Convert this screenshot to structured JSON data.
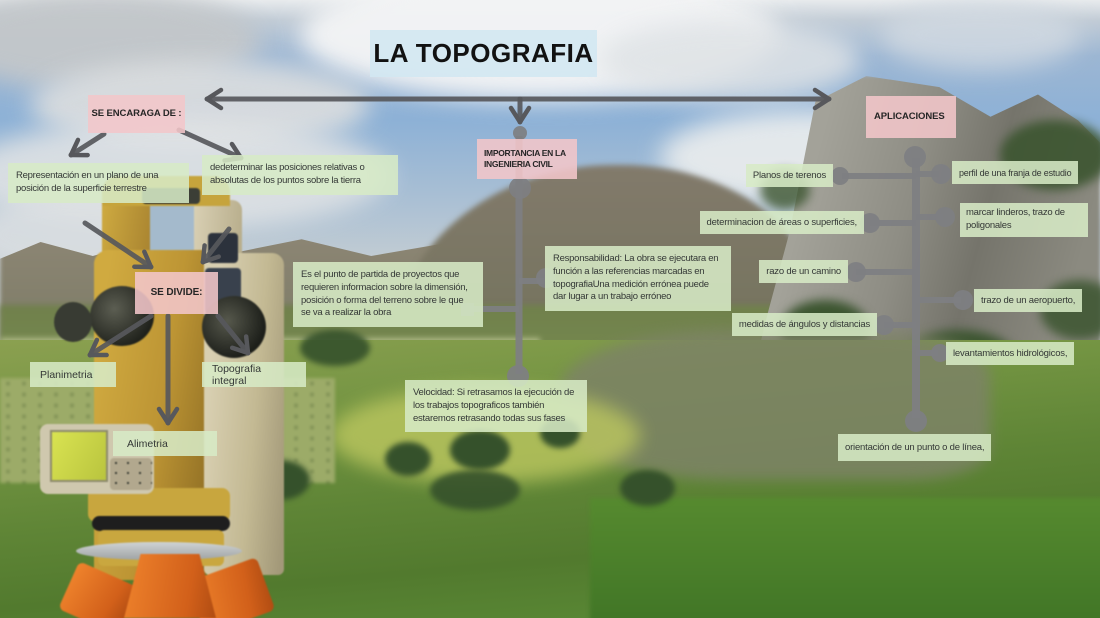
{
  "title": "LA TOPOGRAFIA",
  "colors": {
    "topic_pink": "#f3c6c9",
    "leaf_green": "#d7eac5",
    "title_blue": "#d2e7f1",
    "connector_gray": "#7e7f82",
    "arrow_dark": "#57585c"
  },
  "nodes": {
    "se_encarga": "SE ENCARAGA DE :",
    "representacion": "Representación en un plano de una posición de la superficie terrestre",
    "determinar": "dedeterminar las posiciones relativas o absolutas de los puntos sobre la tierra",
    "se_divide": "SE DIVIDE:",
    "planimetria": "Planimetria",
    "topografia_integral": "Topografia integral",
    "alimetria": "Alimetria",
    "punto_partida": "Es el punto de partida de proyectos que requieren informacion sobre la dimensión, posición o forma del terreno sobre le que se va a realizar la obra",
    "importancia": "IMPORTANCIA EN LA INGENIERIA CIVIL",
    "responsabilidad": "Responsabilidad: La obra se ejecutara en función a las referencias marcadas en topografiaUna medición errónea puede dar lugar a un trabajo erróneo",
    "velocidad": "Velocidad: Si retrasamos la ejecución de los trabajos topograficos también estaremos retrasando todas sus fases",
    "aplicaciones": "APLICACIONES",
    "planos": "Planos de terenos",
    "perfil": "perfil de una franja de estudio",
    "determinacion_areas": "determinacion de áreas o superficies,",
    "marcar_linderos": "marcar linderos, trazo de poligonales",
    "razo_camino": "razo de un camino",
    "trazo_aeropuerto": "trazo de un aeropuerto,",
    "medidas_angulos": "medidas de ángulos y distancias",
    "levantamientos": "levantamientos hidrológicos,",
    "orientacion": "orientación de un punto o de línea,"
  }
}
